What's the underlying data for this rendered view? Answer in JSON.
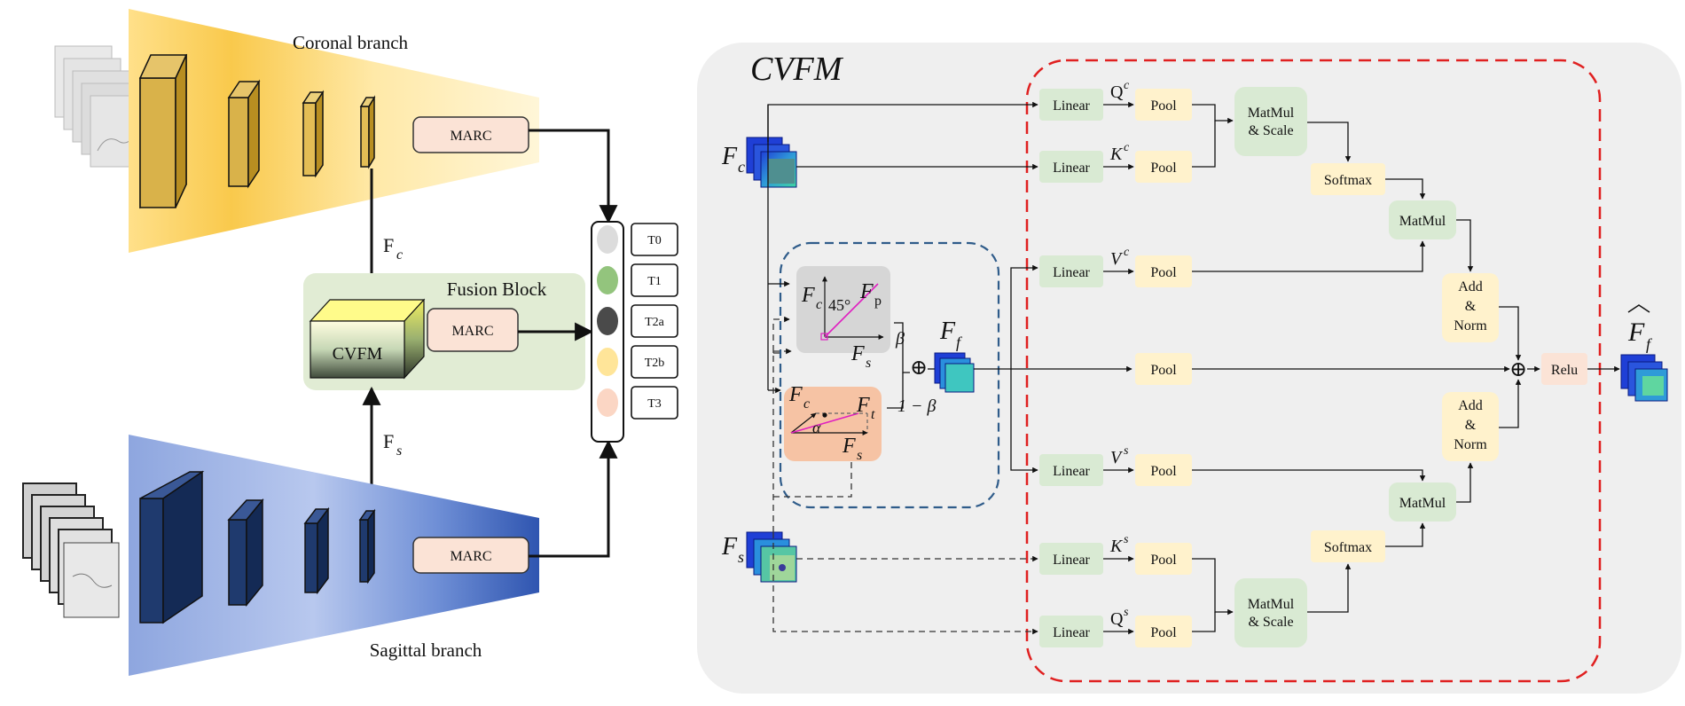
{
  "left": {
    "coronal_branch_label": "Coronal branch",
    "sagittal_branch_label": "Sagittal branch",
    "fusion_block_label": "Fusion Block",
    "cvfm_label": "CVFM",
    "marc_label": "MARC",
    "fc_main": "F",
    "fc_sub": "c",
    "fs_main": "F",
    "fs_sub": "s",
    "classes": [
      {
        "label": "T0",
        "color": "#dcdcdc"
      },
      {
        "label": "T1",
        "color": "#93c47d"
      },
      {
        "label": "T2a",
        "color": "#4a4a4a"
      },
      {
        "label": "T2b",
        "color": "#ffe599"
      },
      {
        "label": "T3",
        "color": "#fbd6c4"
      }
    ]
  },
  "cvfm": {
    "title": "CVFM",
    "linear": "Linear",
    "pool": "Pool",
    "matmul_scale_1": "MatMul",
    "matmul_scale_2": "& Scale",
    "softmax": "Softmax",
    "matmul": "MatMul",
    "addnorm_1": "Add",
    "addnorm_2": "&",
    "addnorm_3": "Norm",
    "relu": "Relu",
    "q_main": "Q",
    "k_main": "K",
    "v_main": "V",
    "c_sup": "c",
    "s_sup": "s",
    "F": "F",
    "c_sub": "c",
    "s_sub": "s",
    "f_sub": "f",
    "t_sub": "t",
    "p_sub": "p",
    "angle45": "45°",
    "alpha": "α",
    "beta": "β",
    "one_minus_beta": "1 − β",
    "oplus": "⊕"
  }
}
